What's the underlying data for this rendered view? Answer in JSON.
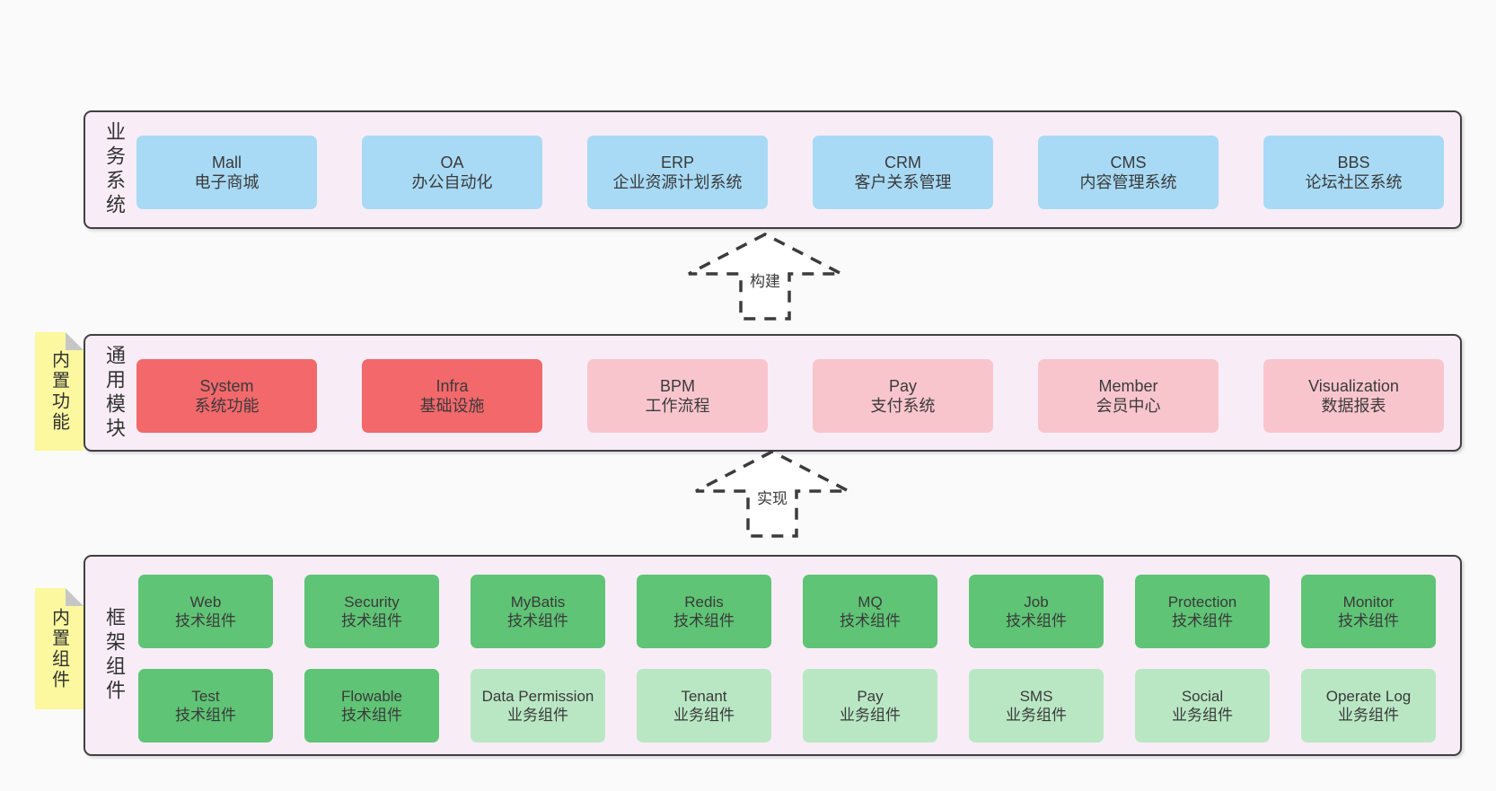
{
  "colors": {
    "page_bg": "#fafafa",
    "panel_bg": "#f8edf6",
    "panel_border": "#404040",
    "business_box": "#a8daf5",
    "module_core_box": "#f3686b",
    "module_box": "#f9c5cd",
    "tech_component_box": "#5fc475",
    "biz_component_box": "#b9e7c4",
    "sticky_note": "#fbf89f",
    "sticky_fold": "#c6c6c6",
    "text": "#3a3a3a"
  },
  "sections": {
    "business": {
      "side_label": "业务系统",
      "items": [
        {
          "id": "mall",
          "title": "Mall",
          "subtitle": "电子商城",
          "variant": "blue"
        },
        {
          "id": "oa",
          "title": "OA",
          "subtitle": "办公自动化",
          "variant": "blue"
        },
        {
          "id": "erp",
          "title": "ERP",
          "subtitle": "企业资源计划系统",
          "variant": "blue"
        },
        {
          "id": "crm",
          "title": "CRM",
          "subtitle": "客户关系管理",
          "variant": "blue"
        },
        {
          "id": "cms",
          "title": "CMS",
          "subtitle": "内容管理系统",
          "variant": "blue"
        },
        {
          "id": "bbs",
          "title": "BBS",
          "subtitle": "论坛社区系统",
          "variant": "blue"
        }
      ]
    },
    "modules": {
      "side_label": "通用模块",
      "sticky_label": "内置功能",
      "items": [
        {
          "id": "system",
          "title": "System",
          "subtitle": "系统功能",
          "variant": "red"
        },
        {
          "id": "infra",
          "title": "Infra",
          "subtitle": "基础设施",
          "variant": "red"
        },
        {
          "id": "bpm",
          "title": "BPM",
          "subtitle": "工作流程",
          "variant": "pink"
        },
        {
          "id": "pay-system",
          "title": "Pay",
          "subtitle": "支付系统",
          "variant": "pink"
        },
        {
          "id": "member",
          "title": "Member",
          "subtitle": "会员中心",
          "variant": "pink"
        },
        {
          "id": "visualization",
          "title": "Visualization",
          "subtitle": "数据报表",
          "variant": "pink"
        }
      ]
    },
    "framework": {
      "side_label": "框架组件",
      "sticky_label": "内置组件",
      "row1": [
        {
          "id": "web",
          "title": "Web",
          "subtitle": "技术组件",
          "variant": "green-dark"
        },
        {
          "id": "security",
          "title": "Security",
          "subtitle": "技术组件",
          "variant": "green-dark"
        },
        {
          "id": "mybatis",
          "title": "MyBatis",
          "subtitle": "技术组件",
          "variant": "green-dark"
        },
        {
          "id": "redis",
          "title": "Redis",
          "subtitle": "技术组件",
          "variant": "green-dark"
        },
        {
          "id": "mq",
          "title": "MQ",
          "subtitle": "技术组件",
          "variant": "green-dark"
        },
        {
          "id": "job",
          "title": "Job",
          "subtitle": "技术组件",
          "variant": "green-dark"
        },
        {
          "id": "protection",
          "title": "Protection",
          "subtitle": "技术组件",
          "variant": "green-dark"
        },
        {
          "id": "monitor",
          "title": "Monitor",
          "subtitle": "技术组件",
          "variant": "green-dark"
        }
      ],
      "row2": [
        {
          "id": "test",
          "title": "Test",
          "subtitle": "技术组件",
          "variant": "green-dark"
        },
        {
          "id": "flowable",
          "title": "Flowable",
          "subtitle": "技术组件",
          "variant": "green-dark"
        },
        {
          "id": "data-permission",
          "title": "Data Permission",
          "subtitle": "业务组件",
          "variant": "green-light"
        },
        {
          "id": "tenant",
          "title": "Tenant",
          "subtitle": "业务组件",
          "variant": "green-light"
        },
        {
          "id": "pay-component",
          "title": "Pay",
          "subtitle": "业务组件",
          "variant": "green-light"
        },
        {
          "id": "sms",
          "title": "SMS",
          "subtitle": "业务组件",
          "variant": "green-light"
        },
        {
          "id": "social",
          "title": "Social",
          "subtitle": "业务组件",
          "variant": "green-light"
        },
        {
          "id": "operate-log",
          "title": "Operate Log",
          "subtitle": "业务组件",
          "variant": "green-light"
        }
      ]
    }
  },
  "arrows": [
    {
      "id": "build",
      "label": "构建"
    },
    {
      "id": "implement",
      "label": "实现"
    }
  ]
}
